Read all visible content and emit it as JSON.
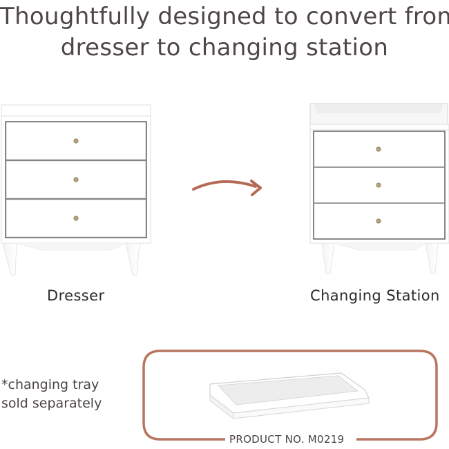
{
  "headline": {
    "line1": "Thoughtfully designed to convert from",
    "line2": "dresser to changing station"
  },
  "captions": {
    "dresser": "Dresser",
    "changing_station": "Changing Station"
  },
  "note": {
    "line1": "*changing tray",
    "line2": "sold separately"
  },
  "product_number": "PRODUCT NO. M0219",
  "colors": {
    "accent_arrow": "#b56a55",
    "box_border": "#b77660",
    "text": "#4a4446"
  }
}
